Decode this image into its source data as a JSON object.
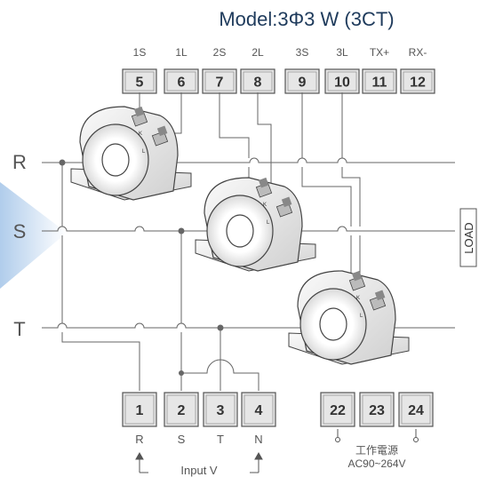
{
  "title": "Model:3Φ3 W (3CT)",
  "top_terminals": [
    {
      "label": "1S",
      "number": "5"
    },
    {
      "label": "1L",
      "number": "6"
    },
    {
      "label": "2S",
      "number": "7"
    },
    {
      "label": "2L",
      "number": "8"
    },
    {
      "label": "3S",
      "number": "9"
    },
    {
      "label": "3L",
      "number": "10"
    },
    {
      "label": "TX+",
      "number": "11"
    },
    {
      "label": "RX-",
      "number": "12"
    }
  ],
  "input_terminals": [
    {
      "number": "1",
      "label": "R"
    },
    {
      "number": "2",
      "label": "S"
    },
    {
      "number": "3",
      "label": "T"
    },
    {
      "number": "4",
      "label": "N"
    }
  ],
  "power_terminals": [
    {
      "number": "22"
    },
    {
      "number": "23"
    },
    {
      "number": "24"
    }
  ],
  "phases": [
    "R",
    "S",
    "T"
  ],
  "load_label": "LOAD",
  "input_label": "Input V",
  "power_label": "工作電源",
  "power_range": "AC90~264V",
  "ct_marks": {
    "k": "K",
    "l": "L"
  },
  "colors": {
    "ink": "#333333",
    "line": "#555555",
    "terminal_fill": "#e6e6e6",
    "title": "#1f3b5c",
    "accent": "#1e6fc7"
  }
}
